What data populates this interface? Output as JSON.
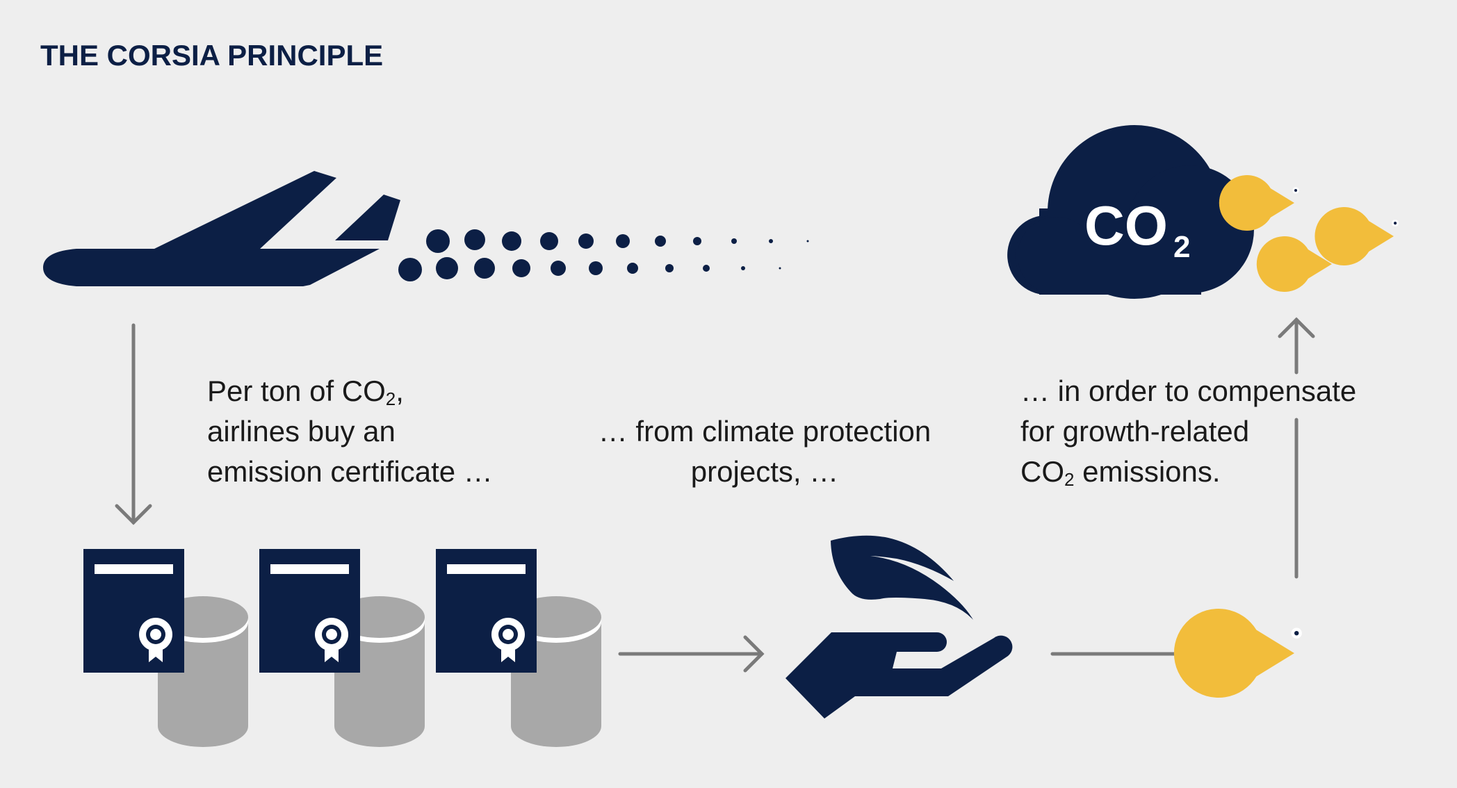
{
  "title": "THE CORSIA PRINCIPLE",
  "cloud_label": {
    "main": "CO",
    "sub": "2"
  },
  "captions": {
    "step1": {
      "line1_pre": "Per ton of CO",
      "line1_sub": "2",
      "line1_post": ",",
      "line2": "airlines buy an",
      "line3": "emission certificate …"
    },
    "step2": {
      "line1": "… from climate protection",
      "line2": "projects, …"
    },
    "step3": {
      "line1": "… in order to compensate",
      "line2": "for growth-related",
      "line3_pre": "CO",
      "line3_sub": "2",
      "line3_post": " emissions."
    }
  },
  "colors": {
    "navy": "#0c1f45",
    "yellow": "#f2bd3b",
    "gray_cylinder": "#a8a8a8",
    "arrow": "#7a7a7a",
    "background": "#eeeeee"
  },
  "icons": [
    "airplane-icon",
    "certificate-icon",
    "coin-stack-icon",
    "hand-leaf-icon",
    "pacman-icon",
    "co2-cloud-icon"
  ]
}
